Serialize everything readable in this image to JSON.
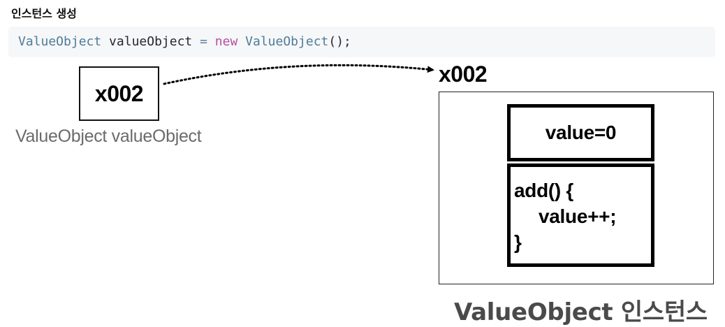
{
  "heading": "인스턴스 생성",
  "code": {
    "type1": "ValueObject",
    "var": " valueObject ",
    "op": "=",
    "kw": "new",
    "type2": "ValueObject",
    "punc": "();"
  },
  "reference": {
    "address": "x002",
    "label": "ValueObject valueObject"
  },
  "instance": {
    "address": "x002",
    "field": "value=0",
    "method_line1": "add() {",
    "method_line2": "value++;",
    "method_line3": "}",
    "label": "ValueObject 인스턴스"
  }
}
